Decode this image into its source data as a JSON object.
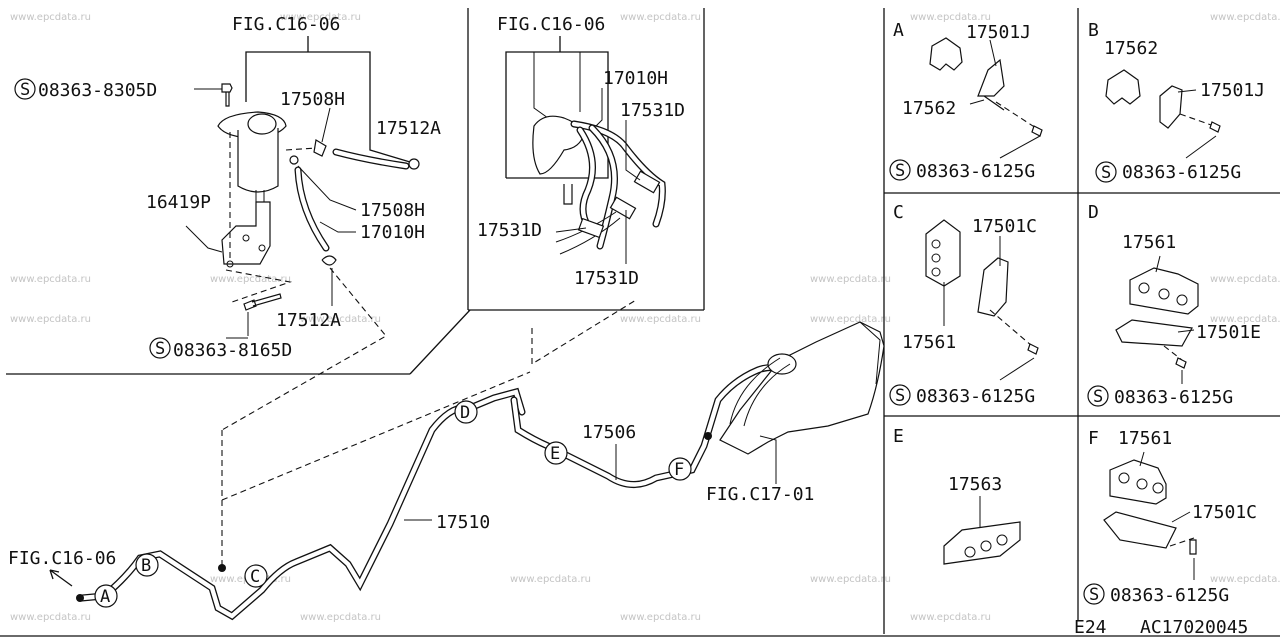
{
  "watermark": "www.epcdata.ru",
  "figure_refs": {
    "top_left": "FIG.C16-06",
    "inset": "FIG.C16-06",
    "bottom_left": "FIG.C16-06",
    "tank": "FIG.C17-01"
  },
  "top_left_labels": {
    "screw_top": "08363-8305D",
    "clip_a": "17508H",
    "clamp_a": "17512A",
    "filter": "16419P",
    "clip_b": "17508H",
    "hose": "17010H",
    "clamp_b": "17512A",
    "screw_bottom": "08363-8165D"
  },
  "inset_labels": {
    "hose": "17010H",
    "line_a": "17531D",
    "line_b": "17531D",
    "line_c": "17531D"
  },
  "main_labels": {
    "tube_rear": "17506",
    "tube_main": "17510"
  },
  "callouts": [
    "A",
    "B",
    "C",
    "D",
    "E",
    "F"
  ],
  "panels": [
    {
      "letter": "A",
      "parts": [
        "17501J",
        "17562"
      ],
      "screw": "08363-6125G"
    },
    {
      "letter": "B",
      "parts": [
        "17562",
        "17501J"
      ],
      "screw": "08363-6125G"
    },
    {
      "letter": "C",
      "parts": [
        "17501C",
        "17561"
      ],
      "screw": "08363-6125G"
    },
    {
      "letter": "D",
      "parts": [
        "17561",
        "17501E"
      ],
      "screw": "08363-6125G"
    },
    {
      "letter": "E",
      "parts": [
        "17563"
      ],
      "screw": ""
    },
    {
      "letter": "F",
      "parts": [
        "17561",
        "17501C"
      ],
      "screw": "08363-6125G"
    }
  ],
  "footer": {
    "page": "E24",
    "code": "AC17020045"
  },
  "screw_prefix_symbol": "S"
}
